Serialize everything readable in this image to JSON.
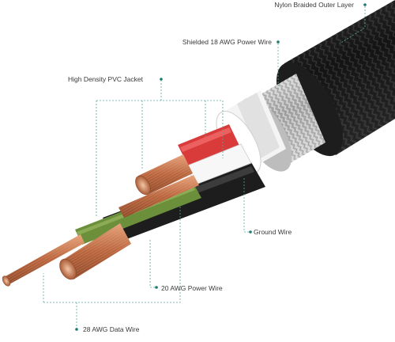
{
  "labels": {
    "nylon_outer_layer": "Nylon Braided Outer Layer",
    "shielded_power_wire": "Shielded 18 AWG Power Wire",
    "pvc_jacket": "High  Density PVC Jacket",
    "ground_wire": "Ground Wire",
    "power_wire_20awg": "20 AWG Power Wire",
    "data_wire_28awg": "28 AWG Data Wire"
  },
  "colors": {
    "leader_line": "#5aa7a0",
    "marker_dot": "#1f7a6e",
    "braid_outer": "#1c1c1c",
    "shield_braid": "#c7c7c7",
    "pvc_jacket": "#f2f2f2",
    "red_insulation": "#d93a3a",
    "white_insulation": "#f7f7f7",
    "green_insulation": "#6b8f3a",
    "black_insulation": "#202020",
    "copper": "#c0714a"
  }
}
